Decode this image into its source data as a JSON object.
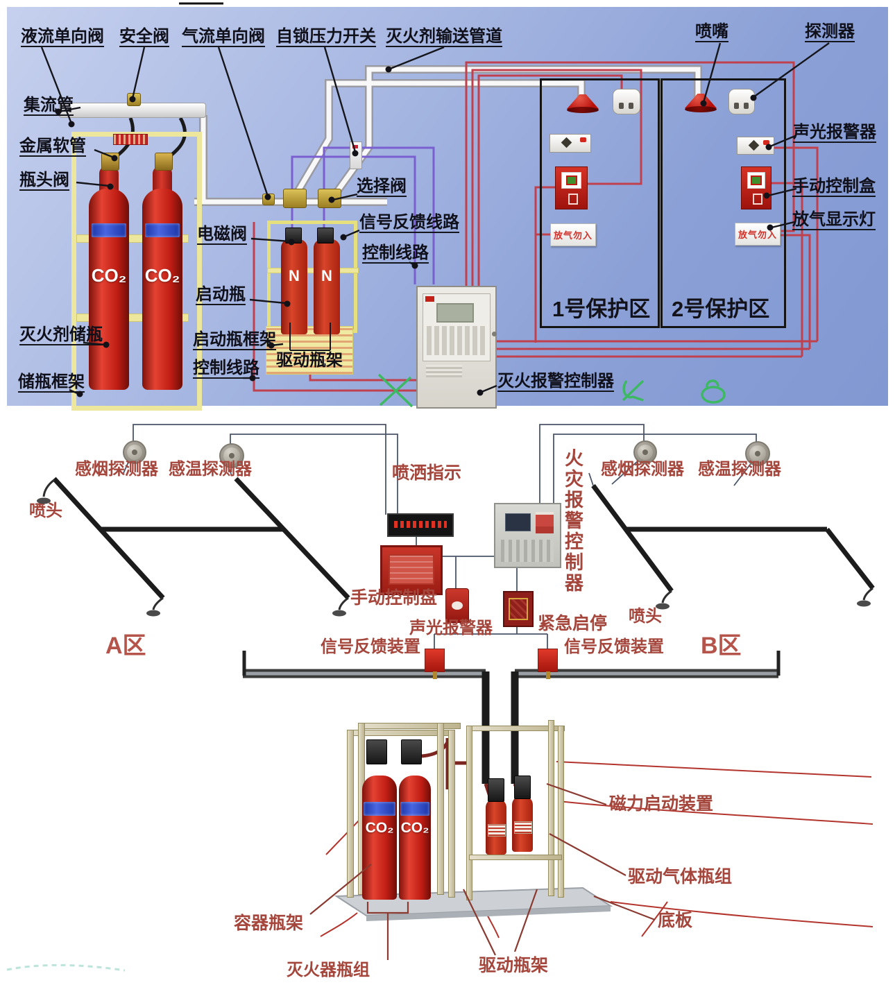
{
  "colors": {
    "panel_blue_top": "#c6d0ee",
    "panel_blue_bottom": "#8198d2",
    "label_black": "#10101a",
    "label_maroon": "#a5463c",
    "zone_letter_red": "#b5544a",
    "device_red": "#c0302a",
    "bottle_red": "#c32b22",
    "frame_yellow": "#ece79c",
    "wire_red": "#c0404d",
    "wire_purple": "#7a5fd0",
    "pipe_white": "#f8f8f8",
    "pipe_dark": "#2a2a2a",
    "annotation_green": "#3db863"
  },
  "top_diagram": {
    "labels": {
      "liquid_check_valve": "液流单向阀",
      "safety_valve": "安全阀",
      "gas_check_valve": "气流单向阀",
      "pressure_switch": "自锁压力开关",
      "agent_delivery_pipe": "灭火剂输送管道",
      "nozzle": "喷嘴",
      "detector": "探测器",
      "manifold": "集流管",
      "metal_hose": "金属软管",
      "bottle_head_valve": "瓶头阀",
      "agent_storage_bottle": "灭火剂储瓶",
      "storage_bottle_frame": "储瓶框架",
      "solenoid_valve": "电磁阀",
      "starter_bottle": "启动瓶",
      "starter_bottle_frame": "启动瓶框架",
      "control_line_left": "控制线路",
      "drive_bottle_rack": "驱动瓶架",
      "selector_valve": "选择阀",
      "signal_feedback_line": "信号反馈线路",
      "control_line_right": "控制线路",
      "sound_light_alarm": "声光报警器",
      "manual_control_box": "手动控制盒",
      "gas_release_light": "放气显示灯",
      "zone1": "1号保护区",
      "zone2": "2号保护区",
      "fire_alarm_controller": "灭火报警控制器",
      "warning_sign": "放气勿入",
      "co2": "CO₂",
      "n2": "N"
    }
  },
  "bottom_diagram": {
    "labels": {
      "smoke_detector_left": "感烟探测器",
      "temp_detector_left": "感温探测器",
      "spray_indicator": "喷洒指示",
      "fire_alarm_controller": "火灾报警控制器",
      "smoke_detector_right": "感烟探测器",
      "temp_detector_right": "感温探测器",
      "spray_head_left": "喷头",
      "spray_head_right": "喷头",
      "manual_control_panel": "手动控制盘",
      "sound_light_alarm": "声光报警器",
      "emergency_start_stop": "紧急启停",
      "signal_feedback_left": "信号反馈装置",
      "signal_feedback_right": "信号反馈装置",
      "zone_a": "A区",
      "zone_b": "B区",
      "magnetic_start_device": "磁力启动装置",
      "drive_gas_bottle_group": "驱动气体瓶组",
      "base_plate": "底板",
      "container_bottle_rack": "容器瓶架",
      "extinguisher_bottle_group": "灭火器瓶组",
      "drive_bottle_rack": "驱动瓶架",
      "co2": "CO₂"
    }
  }
}
